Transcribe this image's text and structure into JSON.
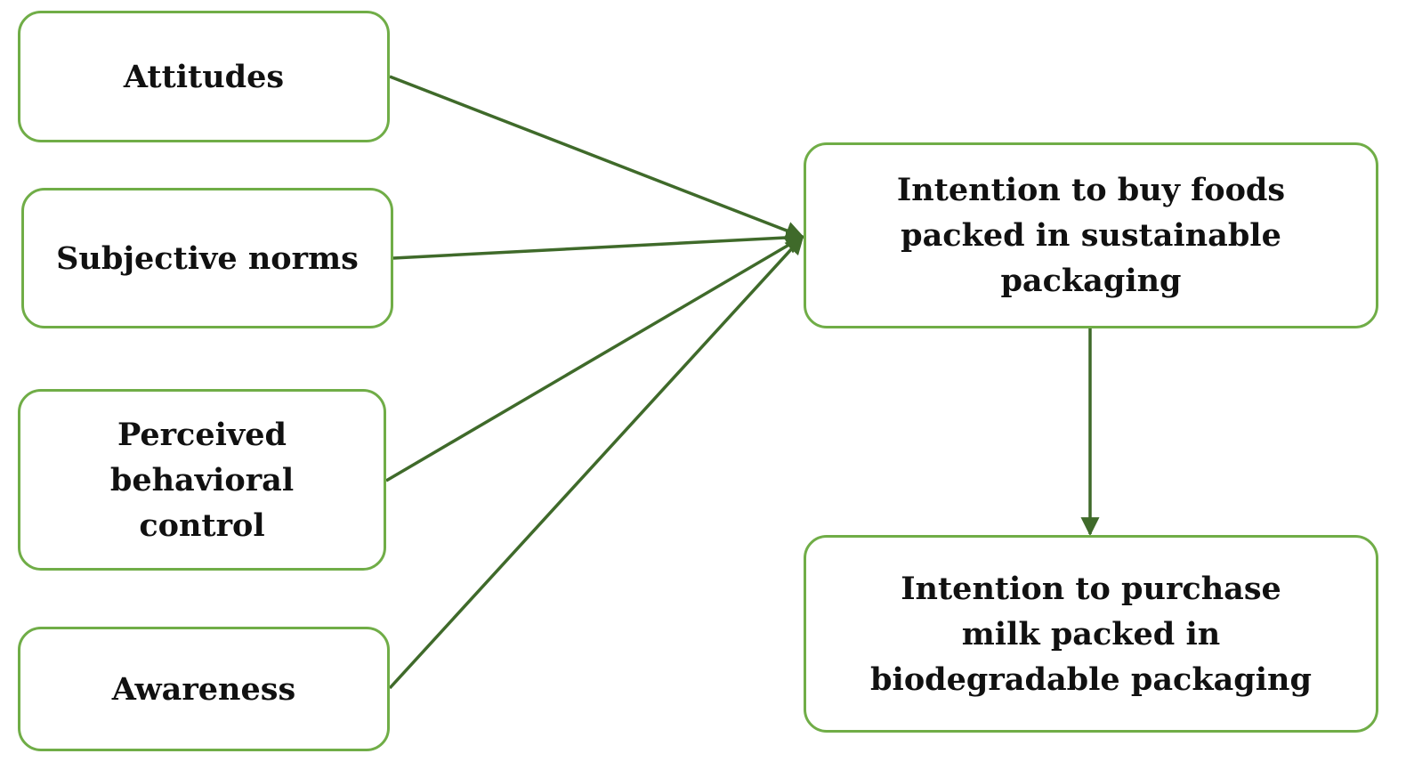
{
  "nodes": {
    "attitudes": "Attitudes",
    "subjective_norms": "Subjective norms",
    "perceived_behavioral_control": "Perceived behavioral control",
    "awareness": "Awareness",
    "intention_sustainable": "Intention to buy foods packed in sustainable packaging",
    "intention_milk": "Intention to purchase milk packed in biodegradable packaging"
  },
  "edges": [
    {
      "from": "attitudes",
      "to": "intention_sustainable"
    },
    {
      "from": "subjective_norms",
      "to": "intention_sustainable"
    },
    {
      "from": "perceived_behavioral_control",
      "to": "intention_sustainable"
    },
    {
      "from": "awareness",
      "to": "intention_sustainable"
    },
    {
      "from": "intention_sustainable",
      "to": "intention_milk"
    }
  ],
  "colors": {
    "box_border": "#70ad47",
    "arrow": "#3f6a2a",
    "text": "#111111"
  }
}
